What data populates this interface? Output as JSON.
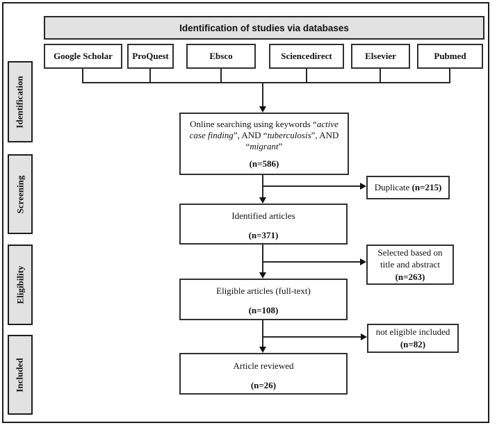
{
  "header": {
    "title": "Identification of studies via databases"
  },
  "databases": [
    {
      "label": "Google Scholar"
    },
    {
      "label": "ProQuest"
    },
    {
      "label": "Ebsco"
    },
    {
      "label": "Sciencedirect"
    },
    {
      "label": "Elsevier"
    },
    {
      "label": "Pubmed"
    }
  ],
  "sidebar": [
    {
      "label": "Identification"
    },
    {
      "label": "Screening"
    },
    {
      "label": "Eligibility"
    },
    {
      "label": "Included"
    }
  ],
  "flow": {
    "search": {
      "pre": "Online searching using keywords “",
      "kw1": "active case finding",
      "mid1": "”, AND “",
      "kw2": "tuberculosis",
      "mid2": "”, AND “",
      "kw3": "migrant",
      "end": "”",
      "n": "(n=586)"
    },
    "identified": {
      "label": "Identified articles",
      "n": "(n=371)"
    },
    "eligible": {
      "label": "Eligible articles (full-text)",
      "n": "(n=108)"
    },
    "reviewed": {
      "label": "Article reviewed",
      "n": "(n=26)"
    }
  },
  "side": {
    "duplicate": {
      "label": "Duplicate ",
      "n": "(n=215)"
    },
    "selected": {
      "label": "Selected based on title and abstract",
      "n": "(n=263)"
    },
    "notEligible": {
      "label": "not eligible included",
      "n": "(n=82)"
    }
  },
  "colors": {
    "banner_fill": "#e2e2e2",
    "box_border": "#303030",
    "frame_border": "#1d1d1d",
    "text": "#111111"
  }
}
